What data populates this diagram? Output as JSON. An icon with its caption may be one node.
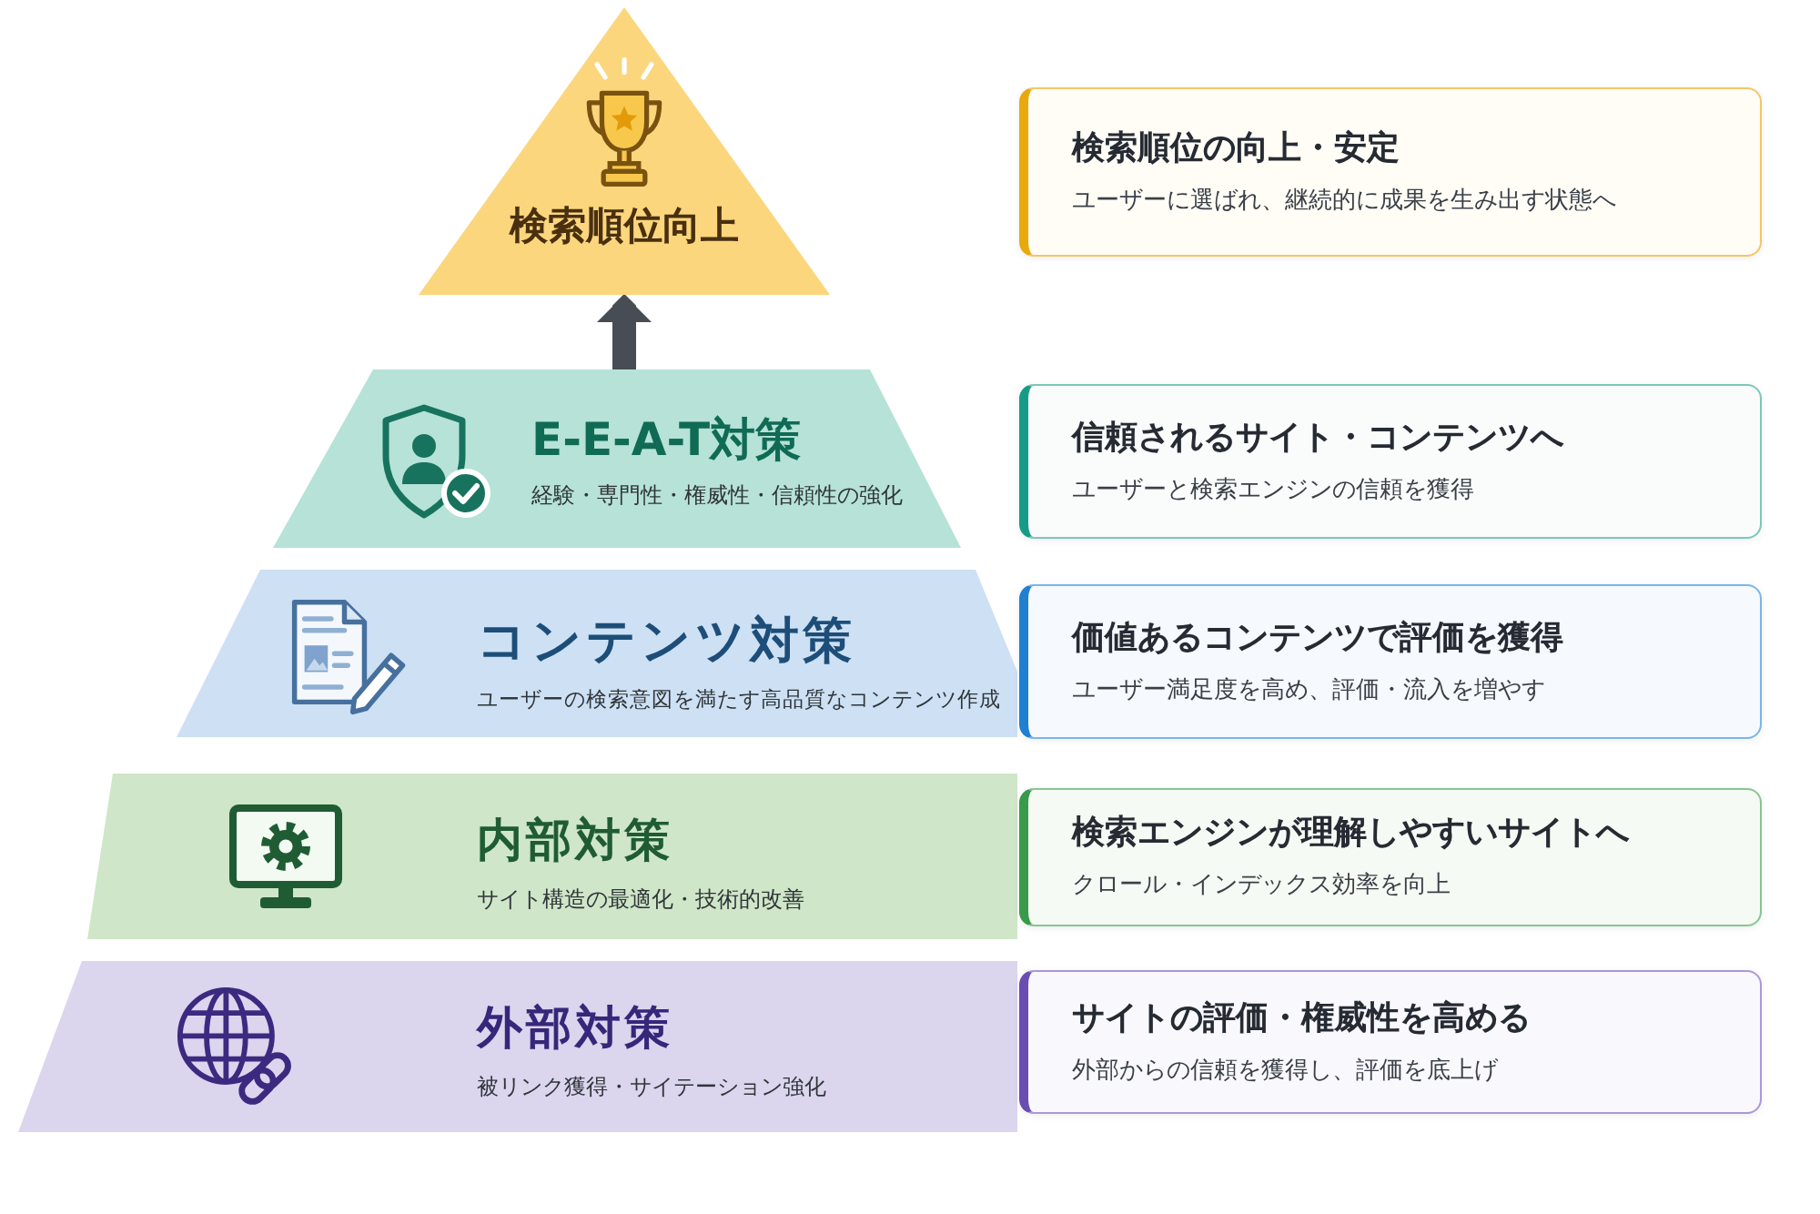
{
  "diagram": {
    "nodes": [
      {
        "text": [
          "検索順位向上"
        ]
      },
      {
        "text": [
          "検索順位の向上・安定",
          "ユーザーに選ばれ、継続的に成果を生み出す状態へ"
        ]
      },
      {
        "text": [
          "E-E-A-T対策",
          "経験・専門性・権威性・信頼性の強化"
        ]
      },
      {
        "text": [
          "信頼されるサイト・コンテンツへ",
          "ユーザーと検索エンジンの信頼を獲得"
        ]
      },
      {
        "text": [
          "コンテンツ対策",
          "ユーザーの検索意図を満たす高品質なコンテンツ作成"
        ]
      },
      {
        "text": [
          "価値あるコンテンツで評価を獲得",
          "ユーザー満足度を高め、評価・流入を増やす"
        ]
      },
      {
        "text": [
          "内部対策",
          "サイト構造の最適化・技術的改善"
        ]
      },
      {
        "text": [
          "検索エンジンが理解しやすいサイトへ",
          "クロール・インデックス効率を向上"
        ]
      },
      {
        "text": [
          "外部対策",
          "被リンク獲得・サイテーション強化"
        ]
      },
      {
        "text": [
          "サイトの評価・権威性を高める",
          "外部からの信頼を獲得し、評価を底上げ"
        ]
      }
    ],
    "edges": [
      {
        "from": 2,
        "to": 0,
        "arrow": "to"
      }
    ]
  }
}
